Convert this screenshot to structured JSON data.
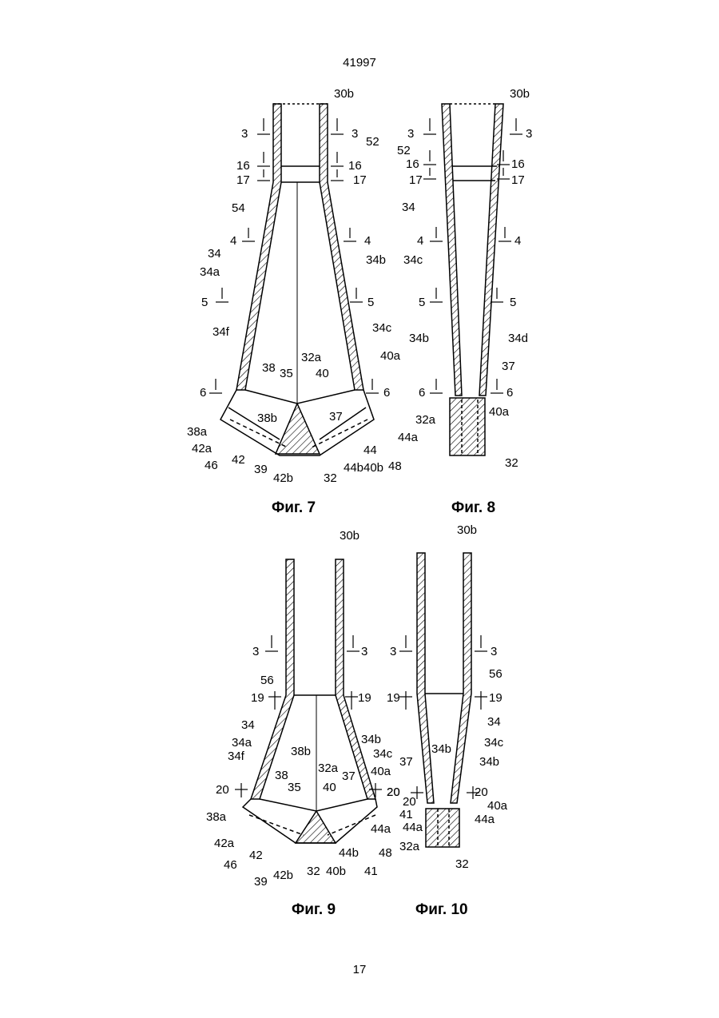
{
  "page": {
    "patent_number": "41997",
    "page_number": "17"
  },
  "figures": [
    {
      "caption": "Фиг. 7"
    },
    {
      "caption": "Фиг. 8"
    },
    {
      "caption": "Фиг. 9"
    },
    {
      "caption": "Фиг. 10"
    }
  ],
  "labels": {
    "fig7": [
      "30b",
      "3",
      "3",
      "52",
      "16",
      "16",
      "17",
      "17",
      "54",
      "4",
      "4",
      "34",
      "34b",
      "34a",
      "5",
      "5",
      "34f",
      "34c",
      "32a",
      "40a",
      "38",
      "35",
      "40",
      "6",
      "6",
      "38b",
      "37",
      "38a",
      "42a",
      "46",
      "42",
      "39",
      "42b",
      "32",
      "44",
      "44b",
      "40b",
      "44a",
      "48"
    ],
    "fig8": [
      "30b",
      "3",
      "3",
      "52",
      "16",
      "16",
      "17",
      "17",
      "34",
      "4",
      "4",
      "34c",
      "5",
      "5",
      "34b",
      "34d",
      "37",
      "6",
      "6",
      "32a",
      "40a",
      "32"
    ],
    "fig9": [
      "30b",
      "3",
      "3",
      "56",
      "19",
      "19",
      "34",
      "34b",
      "34a",
      "38b",
      "34c",
      "34f",
      "32a",
      "40a",
      "38",
      "37",
      "20",
      "20",
      "35",
      "40",
      "38a",
      "42a",
      "42",
      "44a",
      "46",
      "48",
      "39",
      "42b",
      "32",
      "44b",
      "40b",
      "41"
    ],
    "fig10": [
      "30b",
      "3",
      "3",
      "56",
      "19",
      "19",
      "34",
      "34b",
      "34c",
      "34b",
      "37",
      "20",
      "20",
      "20",
      "40a",
      "41",
      "44a",
      "44a",
      "32a",
      "32"
    ]
  }
}
